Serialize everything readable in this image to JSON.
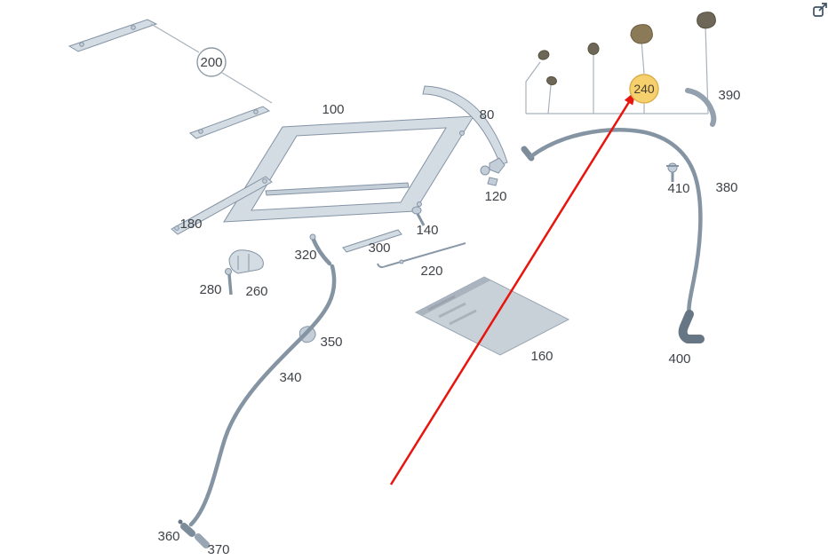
{
  "diagram": {
    "description": "Exploded parts diagram of a vehicle sliding-roof assembly",
    "highlight_color": "#f5d06c",
    "highlight_border": "#d8ae4a",
    "arrow_color": "#e8140e",
    "part_color": "#d3dbe3",
    "highlighted_part": "240",
    "circled_part": "200",
    "labels": [
      {
        "id": "part-200",
        "text": "200",
        "style": "circled"
      },
      {
        "id": "part-100",
        "text": "100"
      },
      {
        "id": "part-80",
        "text": "80"
      },
      {
        "id": "part-120",
        "text": "120"
      },
      {
        "id": "part-140",
        "text": "140"
      },
      {
        "id": "part-180",
        "text": "180"
      },
      {
        "id": "part-300",
        "text": "300"
      },
      {
        "id": "part-320",
        "text": "320"
      },
      {
        "id": "part-220",
        "text": "220"
      },
      {
        "id": "part-280",
        "text": "280"
      },
      {
        "id": "part-260",
        "text": "260"
      },
      {
        "id": "part-160",
        "text": "160"
      },
      {
        "id": "part-350",
        "text": "350"
      },
      {
        "id": "part-340",
        "text": "340"
      },
      {
        "id": "part-360",
        "text": "360"
      },
      {
        "id": "part-370",
        "text": "370"
      },
      {
        "id": "part-240",
        "text": "240",
        "style": "highlighted"
      },
      {
        "id": "part-390",
        "text": "390"
      },
      {
        "id": "part-410",
        "text": "410"
      },
      {
        "id": "part-380",
        "text": "380"
      },
      {
        "id": "part-400",
        "text": "400"
      }
    ],
    "icons": {
      "external_link": "external-link"
    }
  }
}
